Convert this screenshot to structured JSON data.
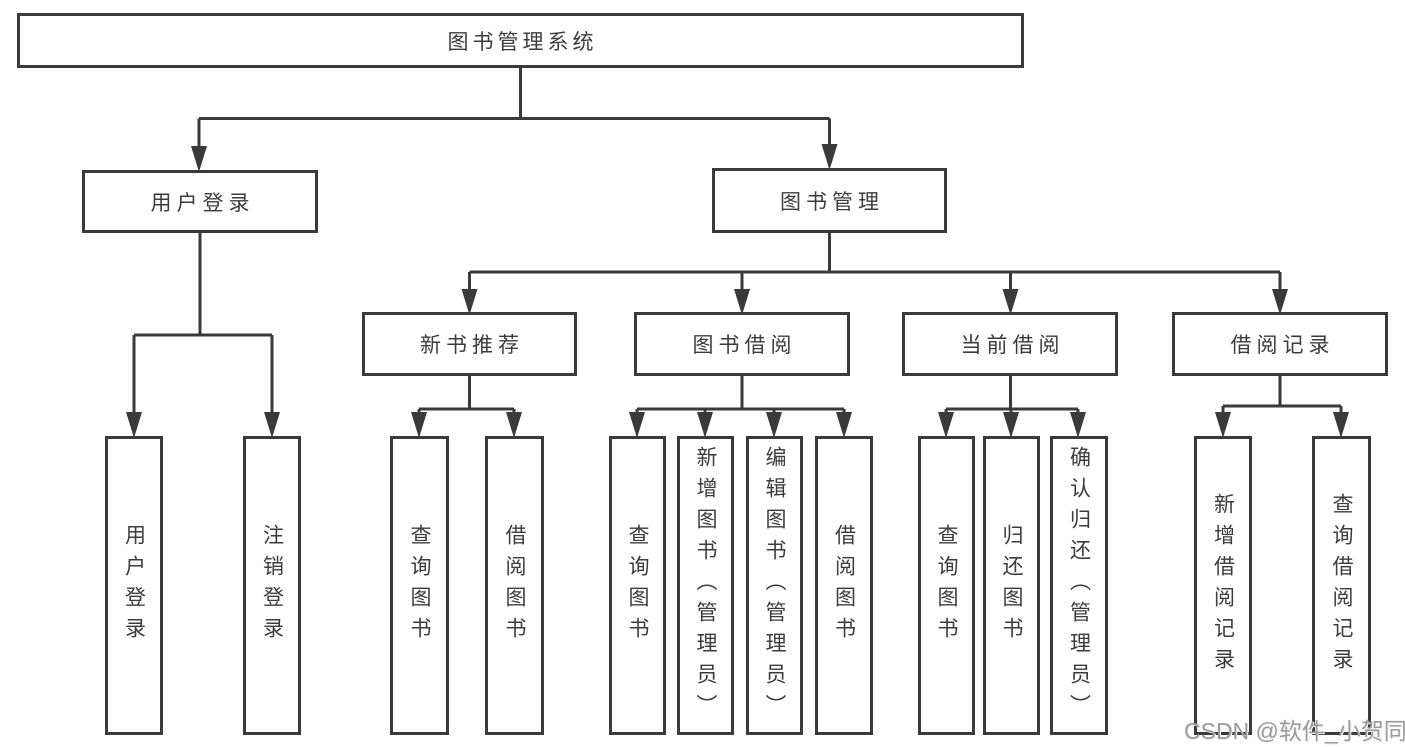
{
  "diagram": {
    "root": {
      "label": "图书管理系统"
    },
    "children": [
      {
        "label": "用户登录",
        "children": [
          {
            "label": "用户登录"
          },
          {
            "label": "注销登录"
          }
        ]
      },
      {
        "label": "图书管理",
        "children": [
          {
            "label": "新书推荐",
            "children": [
              {
                "label": "查询图书"
              },
              {
                "label": "借阅图书"
              }
            ]
          },
          {
            "label": "图书借阅",
            "children": [
              {
                "label": "查询图书"
              },
              {
                "label": "新增图书（管理员）"
              },
              {
                "label": "编辑图书（管理员）"
              },
              {
                "label": "借阅图书"
              }
            ]
          },
          {
            "label": "当前借阅",
            "children": [
              {
                "label": "查询图书"
              },
              {
                "label": "归还图书"
              },
              {
                "label": "确认归还（管理员）"
              }
            ]
          },
          {
            "label": "借阅记录",
            "children": [
              {
                "label": "新增借阅记录"
              },
              {
                "label": "查询借阅记录"
              }
            ]
          }
        ]
      }
    ]
  },
  "watermark": {
    "text": "CSDN @软件_小贺同学"
  },
  "colors": {
    "line": "#3a3a3a",
    "text": "#3c3c3c",
    "box_background": "#ffffff",
    "page_background": "#ffffff",
    "watermark": "#9b9b9b"
  }
}
